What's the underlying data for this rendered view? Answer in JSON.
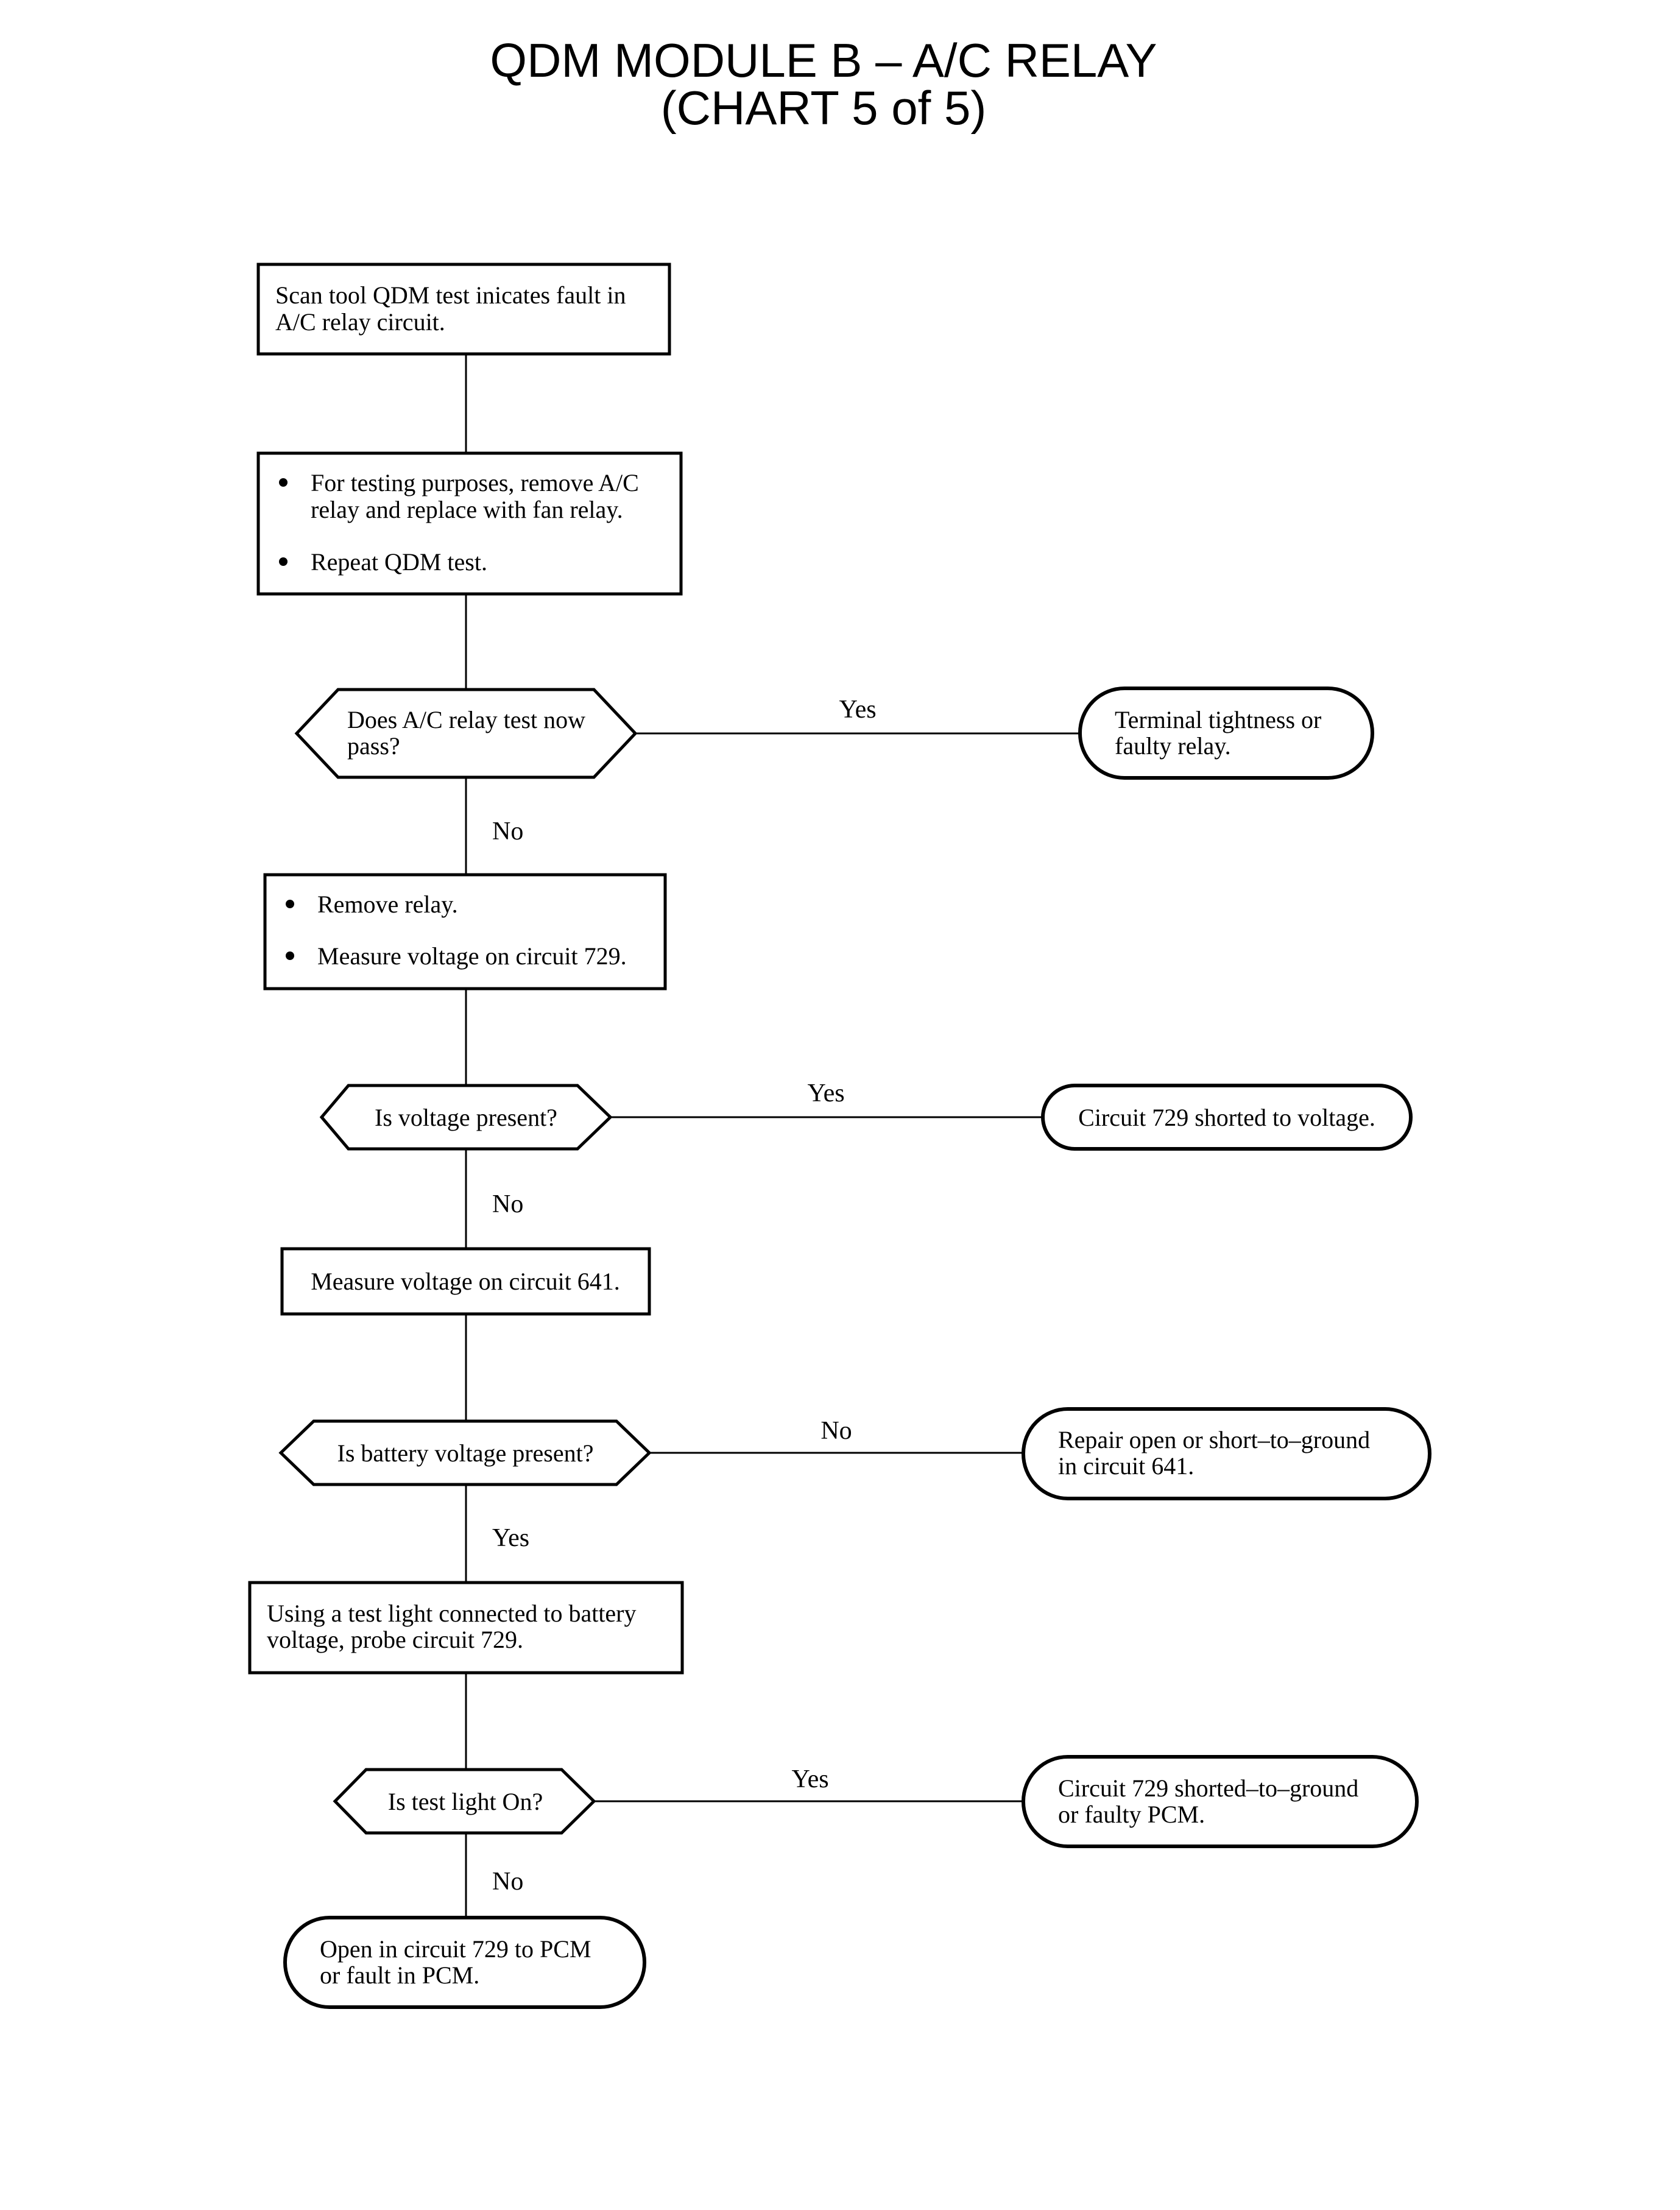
{
  "title": {
    "line1": "QDM MODULE B – A/C RELAY",
    "line2": "(CHART 5 of 5)"
  },
  "nodes": {
    "start": {
      "lines": [
        "Scan tool QDM test inicates fault in",
        "A/C relay circuit."
      ]
    },
    "step_fan_relay": {
      "bullets": [
        [
          "For testing purposes, remove A/C",
          "relay and replace with fan relay."
        ],
        [
          "Repeat QDM test."
        ]
      ]
    },
    "q_relay_pass": {
      "lines": [
        "Does A/C relay test now",
        "pass?"
      ]
    },
    "end_terminal": {
      "lines": [
        "Terminal tightness or",
        "faulty relay."
      ]
    },
    "step_remove_relay": {
      "bullets": [
        [
          "Remove relay."
        ],
        [
          "Measure voltage on circuit 729."
        ]
      ]
    },
    "q_voltage": {
      "lines": [
        "Is voltage present?"
      ]
    },
    "end_729_short_voltage": {
      "lines": [
        "Circuit 729 shorted to voltage."
      ]
    },
    "step_641": {
      "lines": [
        "Measure voltage on circuit 641."
      ]
    },
    "q_battery": {
      "lines": [
        "Is battery voltage present?"
      ]
    },
    "end_repair_641": {
      "lines": [
        "Repair open or short–to–ground",
        "in circuit 641."
      ]
    },
    "step_test_light": {
      "lines": [
        "Using a test light connected to battery",
        "voltage, probe circuit 729."
      ]
    },
    "q_test_light": {
      "lines": [
        "Is test light On?"
      ]
    },
    "end_729_short_ground": {
      "lines": [
        "Circuit 729 shorted–to–ground",
        "or faulty PCM."
      ]
    },
    "end_open_729": {
      "lines": [
        "Open in circuit 729 to PCM",
        "or fault in PCM."
      ]
    }
  },
  "edge_labels": {
    "relay_pass_yes": "Yes",
    "relay_pass_no": "No",
    "voltage_yes": "Yes",
    "voltage_no": "No",
    "battery_no": "No",
    "battery_yes": "Yes",
    "test_light_yes": "Yes",
    "test_light_no": "No"
  }
}
